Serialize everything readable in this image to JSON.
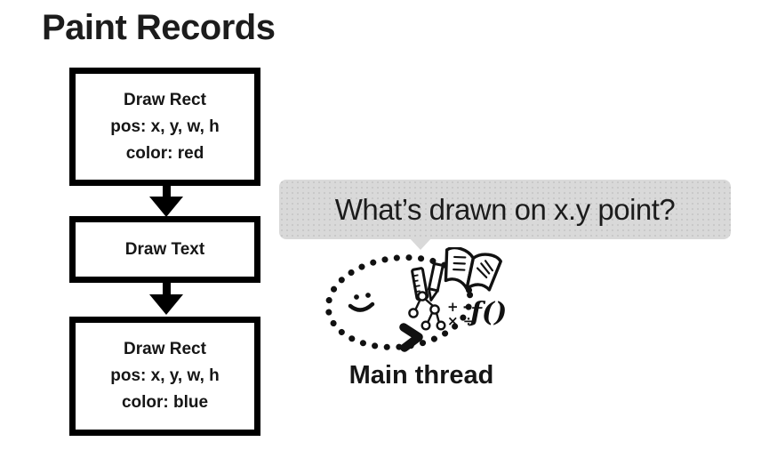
{
  "title": "Paint Records",
  "flowchart": {
    "boxes": [
      {
        "name": "draw-rect-red",
        "lines": [
          "Draw Rect",
          "pos: x, y, w, h",
          "color: red"
        ]
      },
      {
        "name": "draw-text",
        "lines": [
          "Draw Text"
        ]
      },
      {
        "name": "draw-rect-blue",
        "lines": [
          "Draw Rect",
          "pos: x, y, w, h",
          "color: blue"
        ]
      }
    ]
  },
  "bubble": {
    "text": "What’s drawn on x.y point?"
  },
  "doodle": {
    "label": "Main thread",
    "math_row1": "+ -",
    "math_row2": "× ÷",
    "function_text": "f()",
    "icons": [
      "dotted-loop",
      "smiley-face",
      "chevron-arrow",
      "ruler",
      "pencil",
      "open-book",
      "tree-diagram",
      "math-symbols",
      "function-notation"
    ]
  },
  "colors": {
    "ink": "#111111",
    "box_border": "#000000",
    "bubble_bg": "#d9d9d9",
    "background": "#ffffff"
  }
}
